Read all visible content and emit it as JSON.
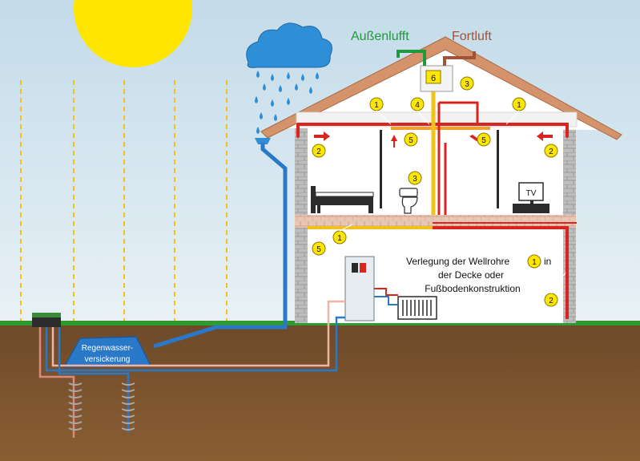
{
  "labels": {
    "outside_air": "Außenlufft",
    "exhaust_air": "Fortluft",
    "rainwater": "Regenwasser-",
    "infiltration": "versickerung",
    "tv": "TV",
    "note_line1_a": "Verlegung der Wellrohre",
    "note_line1_b": "in",
    "note_line2": "der Decke oder",
    "note_line3": "Fußbodenkonstruktion"
  },
  "markers": {
    "m6": "6",
    "m3_top": "3",
    "m1_left": "1",
    "m4": "4",
    "m1_right": "1",
    "m2_left": "2",
    "m5_left": "5",
    "m5_right": "5",
    "m2_right": "2",
    "m3_mid": "3",
    "m5_lower": "5",
    "m1_lower": "1",
    "m1_note": "1",
    "m2_lower": "2"
  },
  "colors": {
    "sky": "#cfe3ee",
    "sun": "#ffe600",
    "cloud": "#2f8fd6",
    "rain": "#2f8fd6",
    "roof": "#d4936b",
    "wall": "#bdbdbd",
    "ground": "#7a5530",
    "grass": "#2f9b2f",
    "supply_pipe": "#d9251d",
    "extract_pipe": "#f0a030",
    "outside_air_color": "#1e9a3c",
    "exhaust_air_color": "#a0523a",
    "water_pipe": "#2a78c8",
    "marker": "#ffe600"
  }
}
